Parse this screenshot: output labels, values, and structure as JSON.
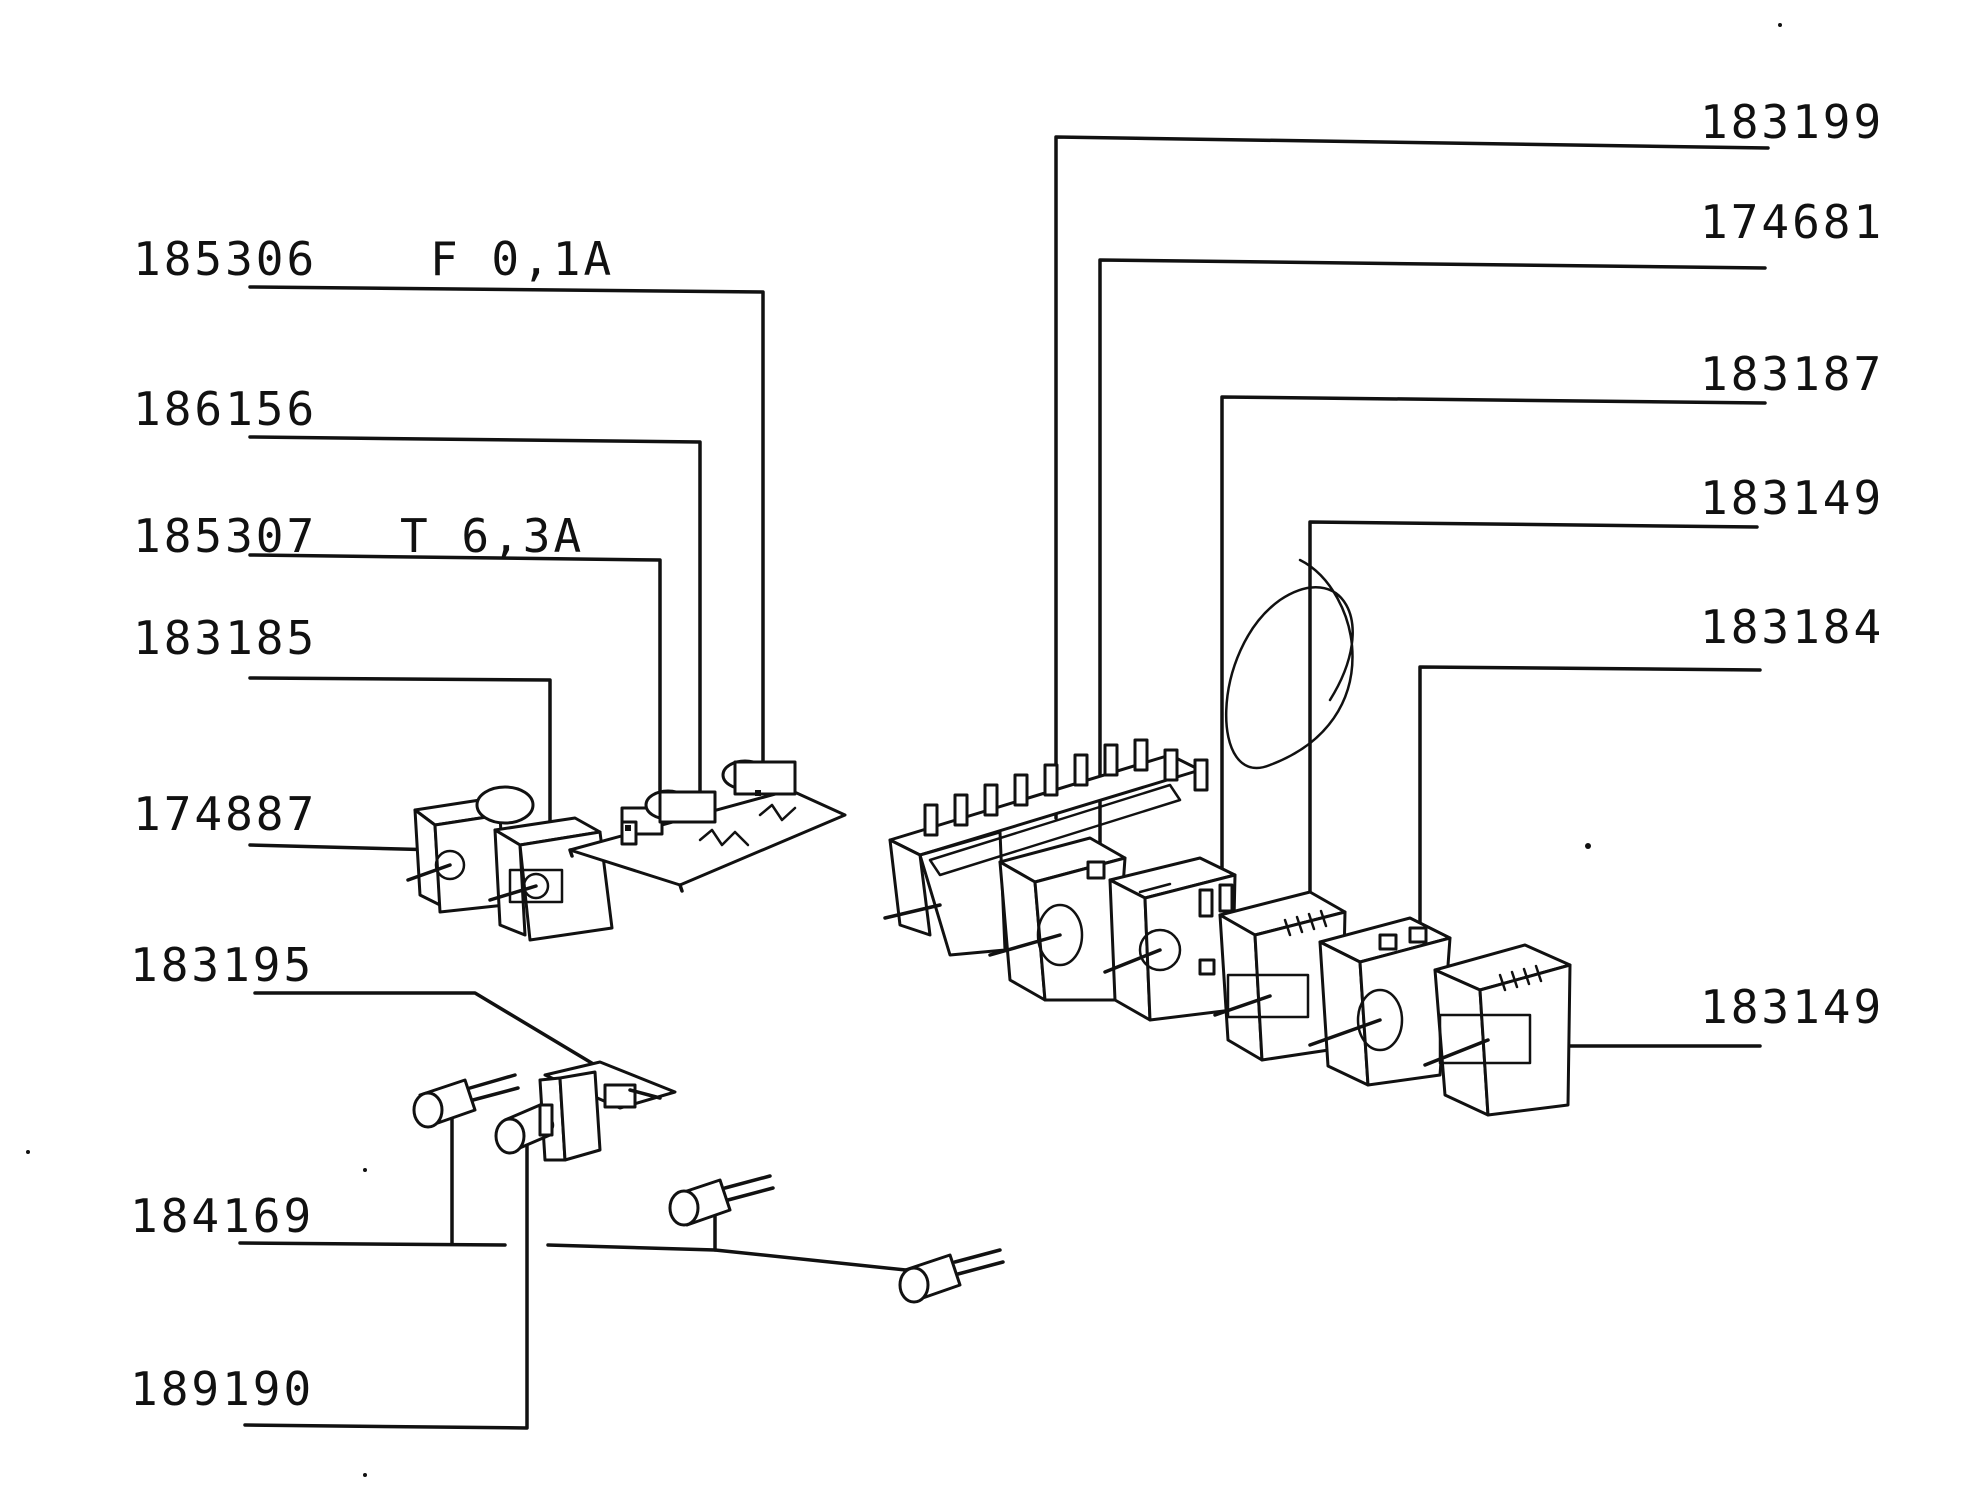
{
  "labels": {
    "l185306": "185306",
    "l185306_spec": "F 0,1A",
    "l186156": "186156",
    "l185307": "185307",
    "l185307_spec": "T 6,3A",
    "l183185": "183185",
    "l174887": "174887",
    "l183195": "183195",
    "l184169": "184169",
    "l189190": "189190",
    "l183199": "183199",
    "l174681": "174681",
    "l183187": "183187",
    "l183149_top": "183149",
    "l183184": "183184",
    "l183149_bottom": "183149"
  }
}
